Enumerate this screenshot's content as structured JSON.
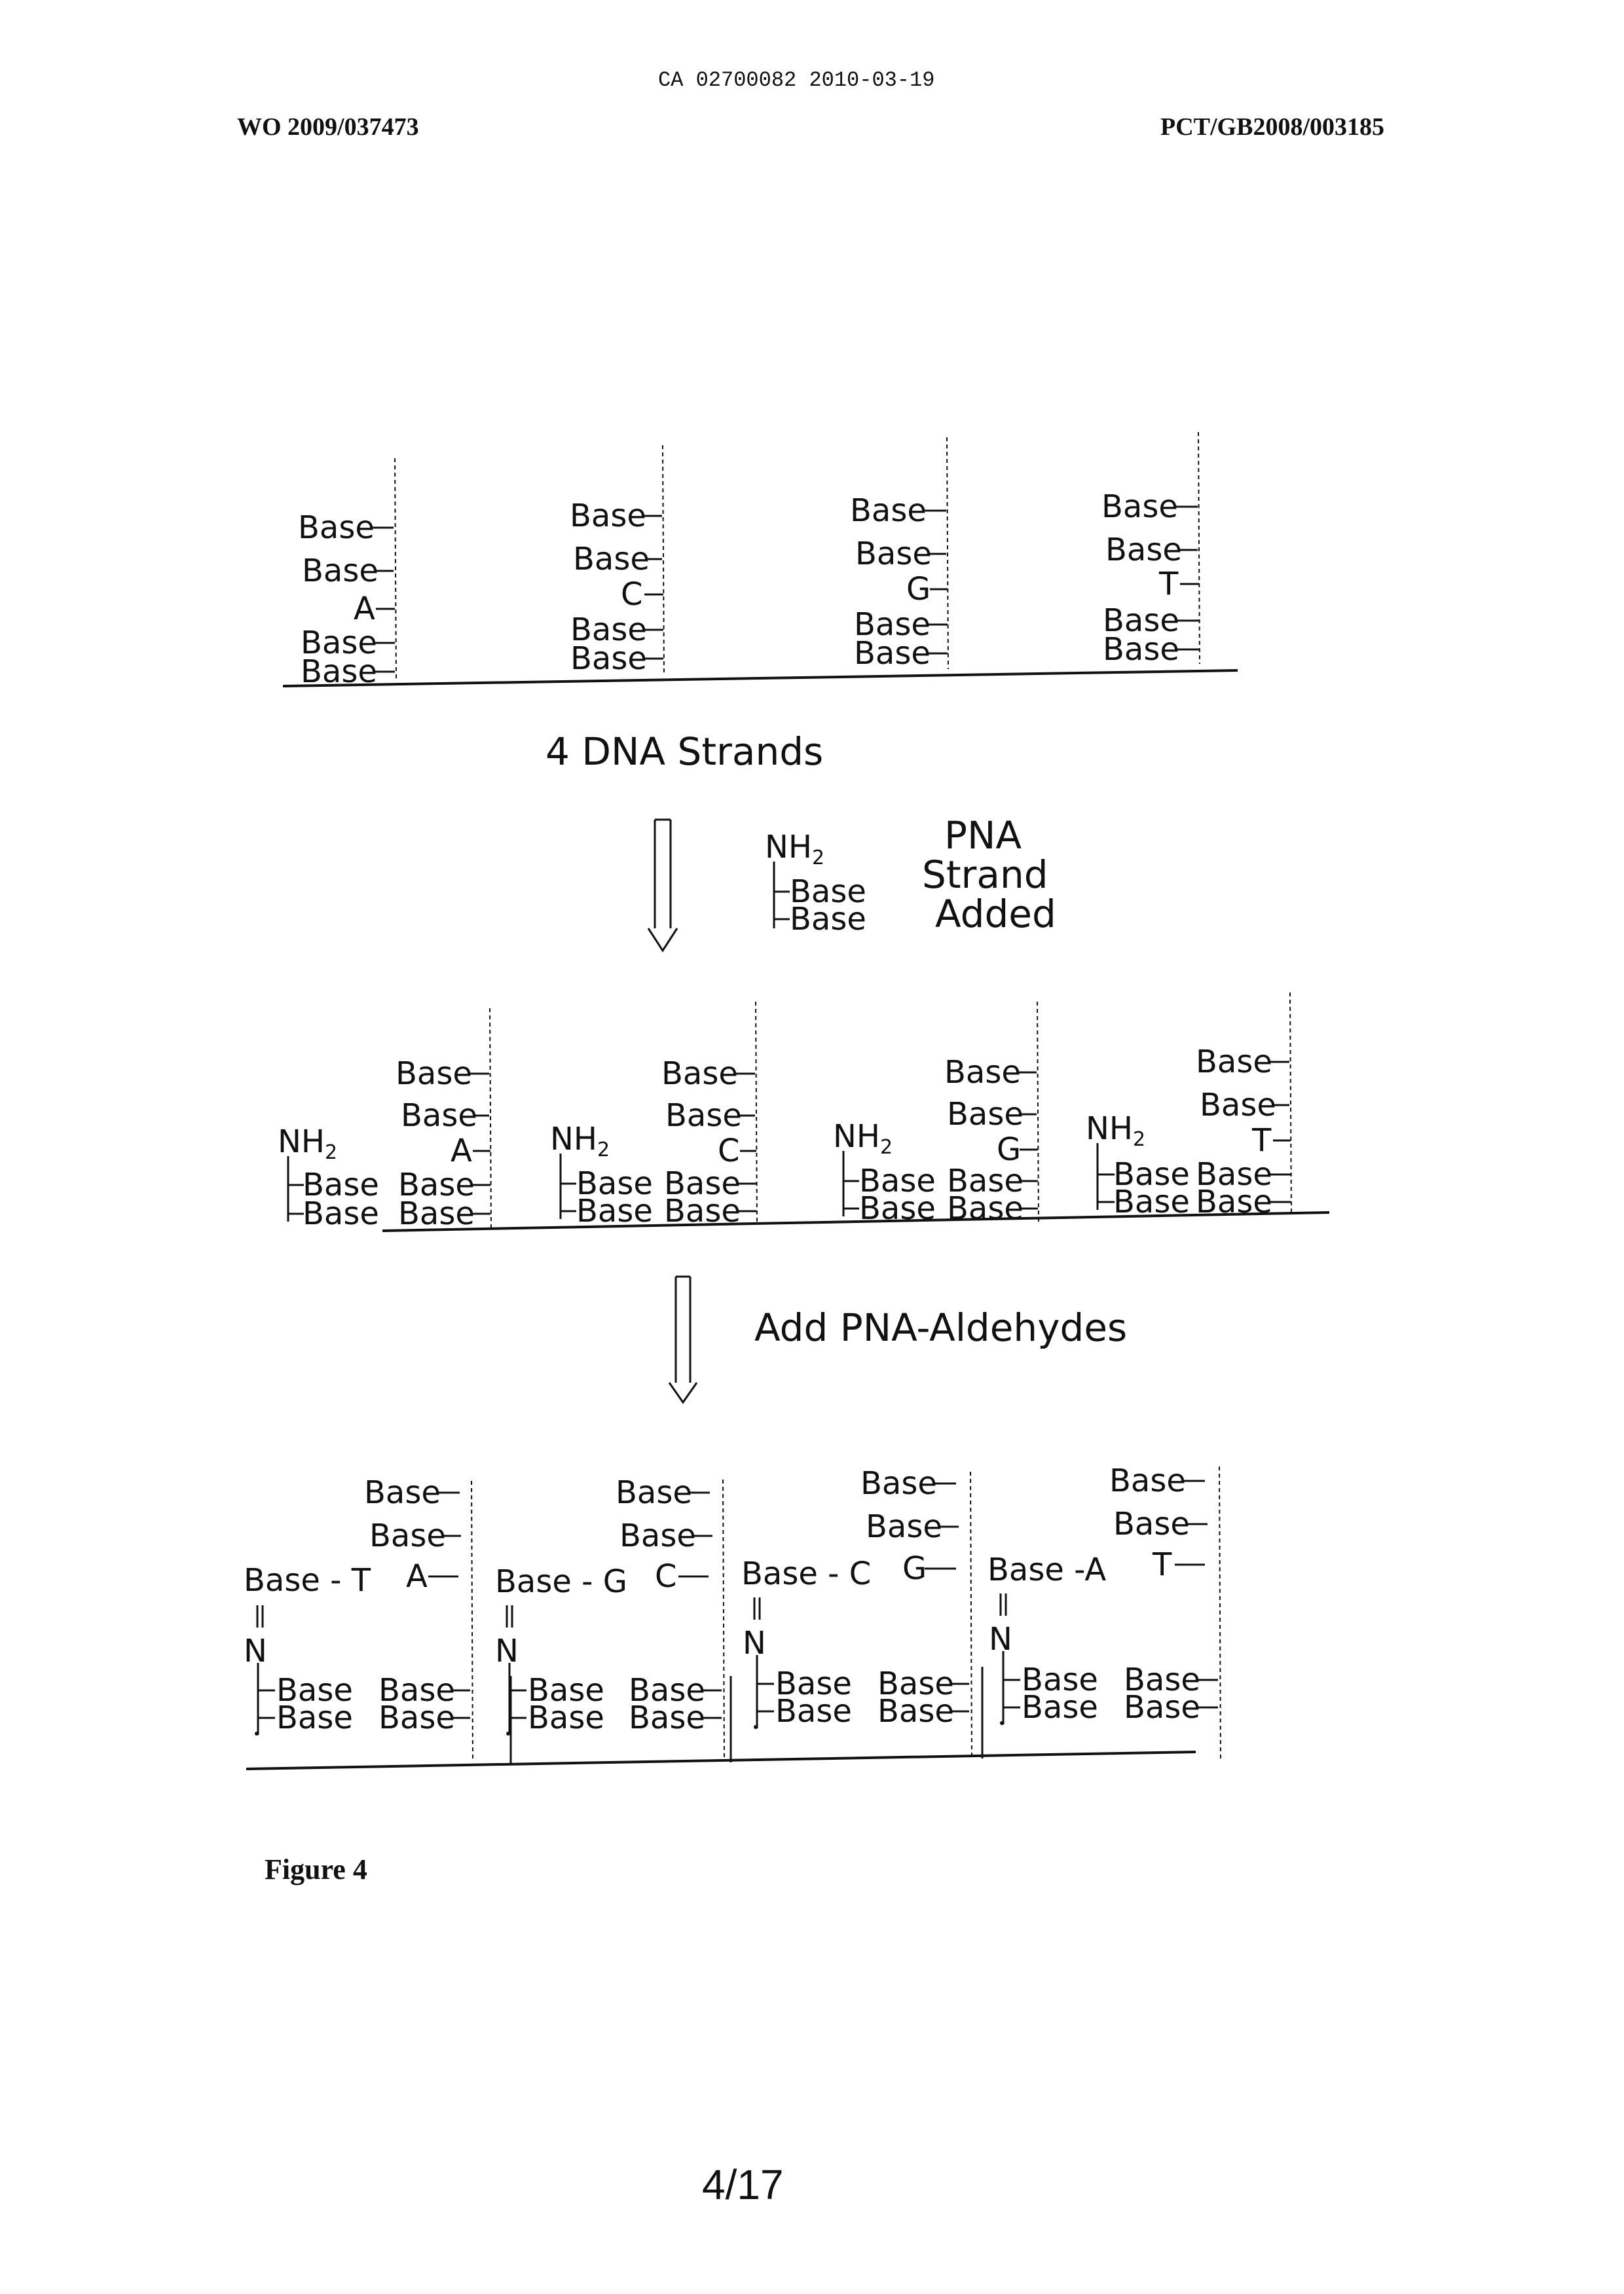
{
  "header": {
    "ca_line": "CA 02700082 2010-03-19",
    "publication_number": "WO 2009/037473",
    "application_number": "PCT/GB2008/003185"
  },
  "diagram": {
    "base_label": "Base",
    "amine_label": "NH",
    "amine_subscript": "2",
    "nitrogen_label": "N",
    "dna_bases": [
      "A",
      "C",
      "G",
      "T"
    ],
    "step1_caption": "4 DNA Strands",
    "pna_added_caption": [
      "PNA",
      "Strand",
      "Added"
    ],
    "step2_caption": "Add PNA-Aldehydes",
    "aldehyde_labels": [
      "Base - T",
      "Base - G",
      "Base - C",
      "Base -A"
    ]
  },
  "figure_label": "Figure 4",
  "page_number": "4/17"
}
